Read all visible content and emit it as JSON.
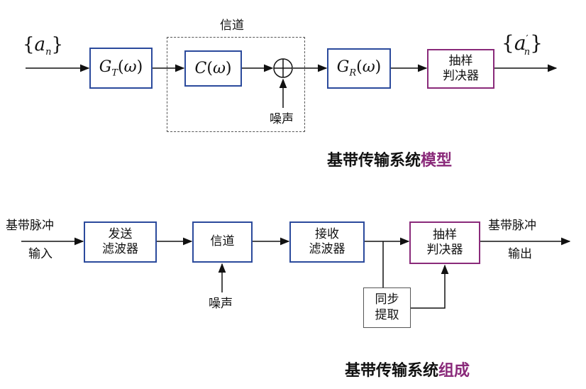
{
  "model": {
    "input_symbol": "{a_n}",
    "output_symbol": "{a'_n}",
    "tx_filter": "G_T(ω)",
    "channel_filter": "C(ω)",
    "rx_filter": "G_R(ω)",
    "channel_label": "信道",
    "noise_label": "噪声",
    "decision_line1": "抽样",
    "decision_line2": "判决器",
    "title_prefix": "基带传输系统",
    "title_highlight": "模型"
  },
  "composition": {
    "input_line1": "基带脉冲",
    "input_line2": "输入",
    "tx_line1": "发送",
    "tx_line2": "滤波器",
    "channel": "信道",
    "noise_label": "噪声",
    "rx_line1": "接收",
    "rx_line2": "滤波器",
    "decision_line1": "抽样",
    "decision_line2": "判决器",
    "sync_line1": "同步",
    "sync_line2": "提取",
    "output_line1": "基带脉冲",
    "output_line2": "输出",
    "title_prefix": "基带传输系统",
    "title_highlight": "组成"
  },
  "colors": {
    "filter_border": "#2b4a9c",
    "decision_border": "#8a2a7a",
    "highlight": "#8a2a7a"
  }
}
